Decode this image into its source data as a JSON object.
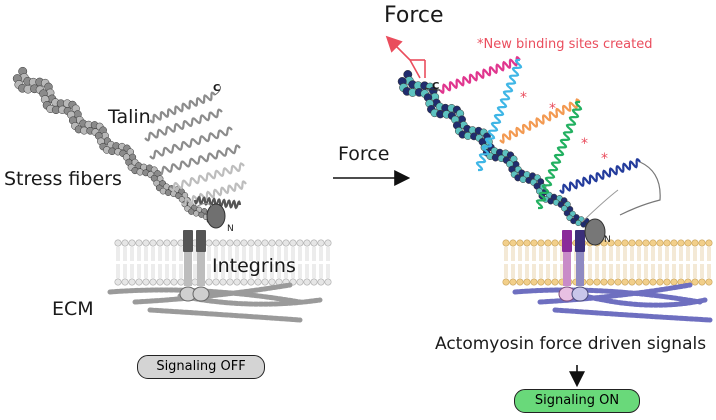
{
  "left_panel": {
    "talin_label": "Talin",
    "stress_fibers_label": "Stress fibers",
    "integrins_label": "Integrins",
    "ecm_label": "ECM",
    "talin_c_terminus": "C",
    "talin_n_terminus": "N",
    "status_badge": "Signaling OFF"
  },
  "middle": {
    "force_label": "Force"
  },
  "right_panel": {
    "force_label": "Force",
    "new_sites_marker": "*",
    "new_sites_label": "New binding sites created",
    "talin_c_terminus": "C",
    "talin_n_terminus": "N",
    "signals_label": "Actomyosin force driven signals",
    "status_badge": "Signaling ON"
  },
  "colors": {
    "force_arrow": "#ea4d5d",
    "new_sites_text": "#ea4d5d",
    "signaling_on_fill": "#69d97a",
    "signaling_off_fill": "#d4d4d4",
    "helix_magenta": "#e0368e",
    "helix_cyan": "#3fb6e6",
    "helix_orange": "#f39a52",
    "helix_green": "#22b060",
    "helix_blue": "#243c9c",
    "fiber_dark": "#202c6e",
    "fiber_light": "#5dc2c0",
    "integrin_purple": "#8a2a9a",
    "membrane_head": "#f2cf8a"
  }
}
